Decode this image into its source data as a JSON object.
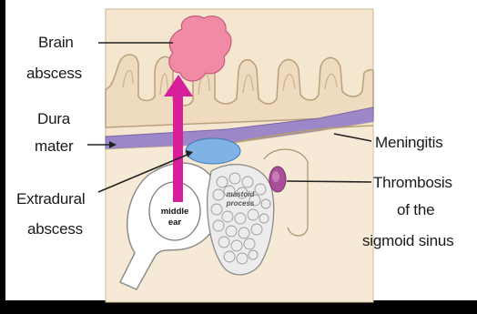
{
  "labels": {
    "brain_abscess_1": "Brain",
    "brain_abscess_2": "abscess",
    "dura_1": "Dura",
    "dura_2": "mater",
    "extradural_1": "Extradural",
    "extradural_2": "abscess",
    "meningitis": "Meningitis",
    "thrombosis_1": "Thrombosis",
    "thrombosis_2": "of the",
    "thrombosis_3": "sigmoid sinus",
    "middle_ear_1": "middle",
    "middle_ear_2": "ear",
    "mastoid_1": "mastoid",
    "mastoid_2": "process"
  },
  "colors": {
    "background_panel": "#f4e6cf",
    "brain_gyri": "#efdcc0",
    "dura": "#9c87c9",
    "brain_abscess": "#f08aa5",
    "extradural_abscess": "#7fb2e5",
    "arrow": "#d81f9a",
    "thrombosis": "#a84f95"
  }
}
